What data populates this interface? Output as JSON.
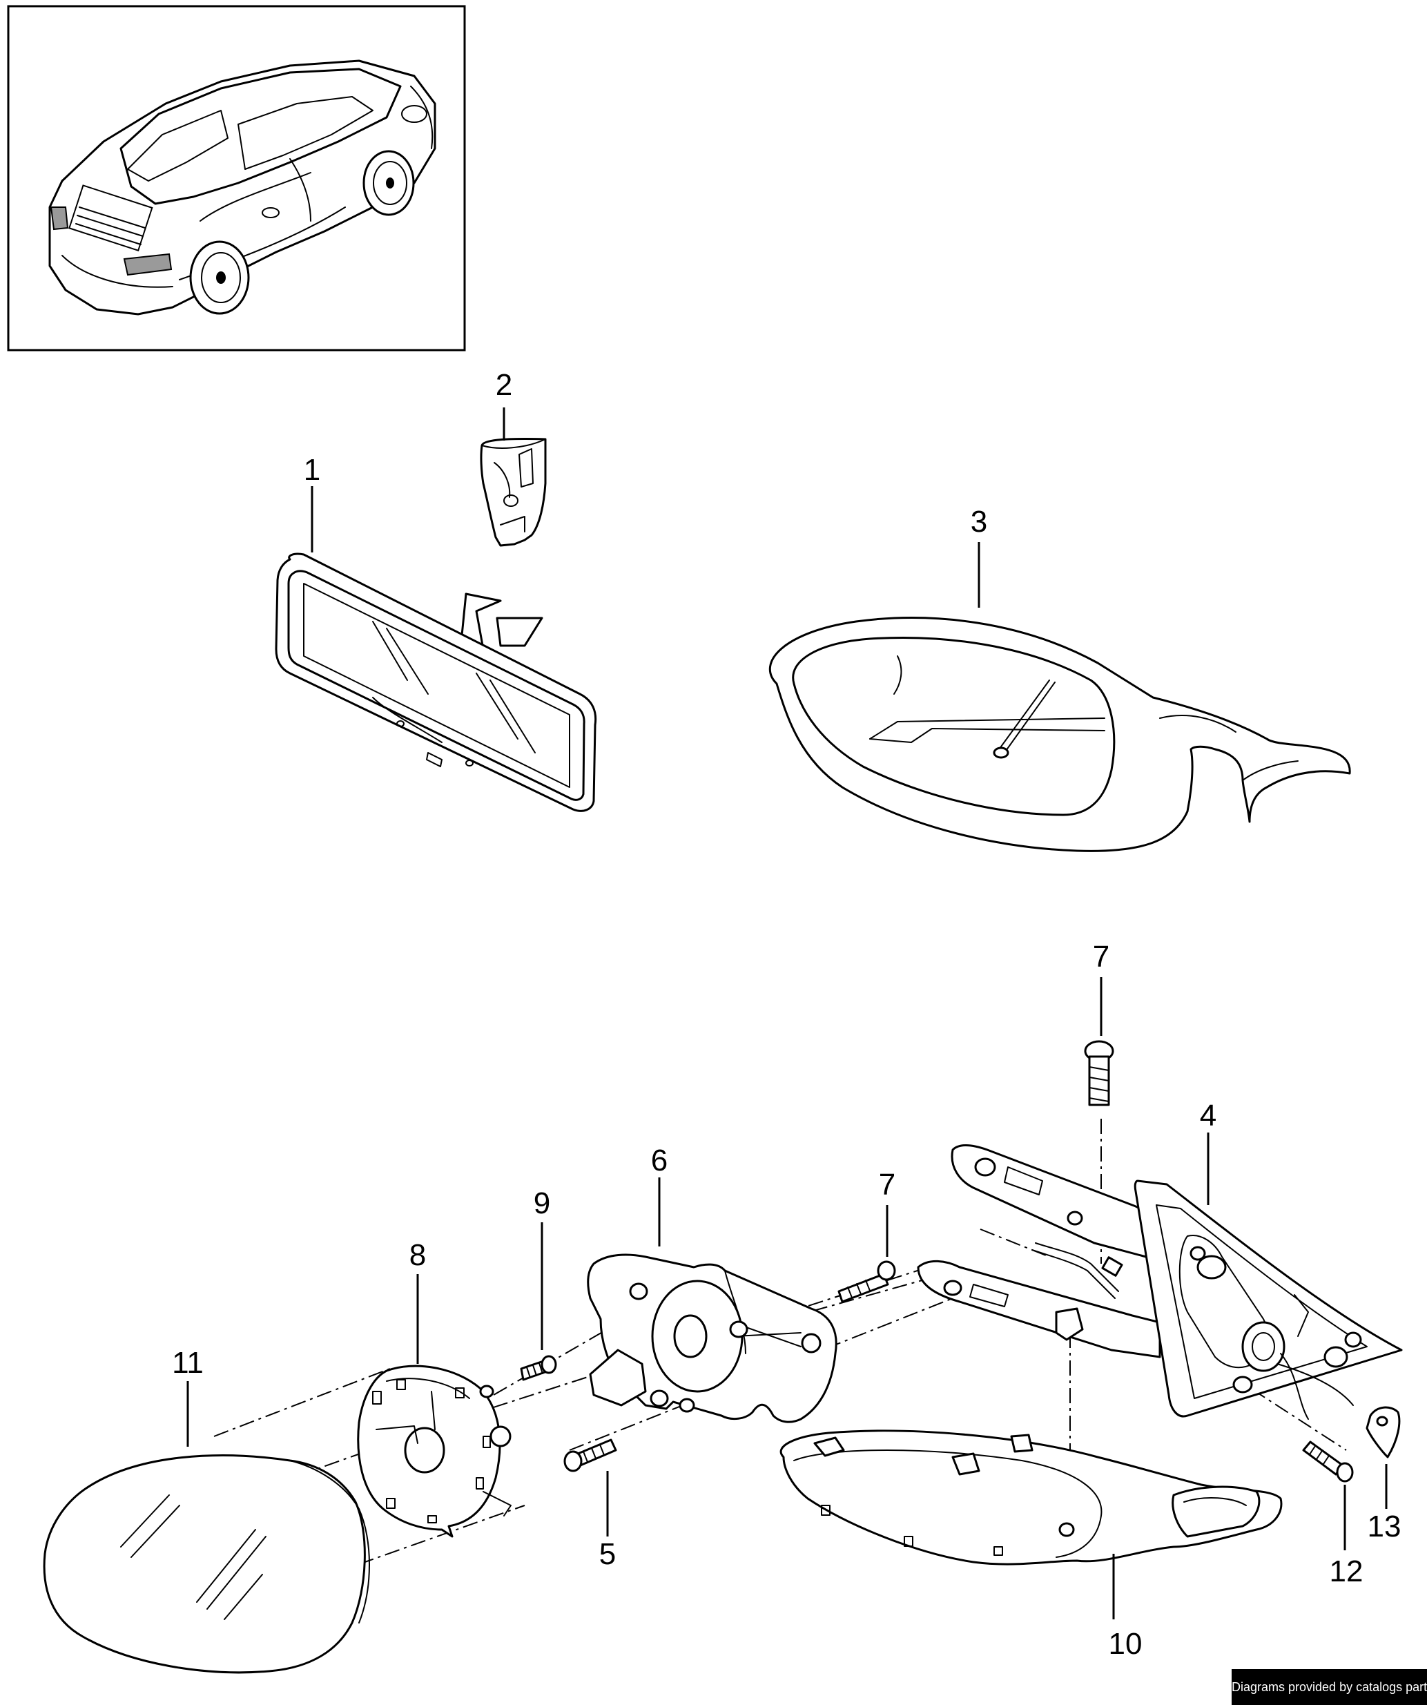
{
  "callouts": [
    {
      "id": "1",
      "label": "1"
    },
    {
      "id": "2",
      "label": "2"
    },
    {
      "id": "3",
      "label": "3"
    },
    {
      "id": "4",
      "label": "4"
    },
    {
      "id": "5",
      "label": "5"
    },
    {
      "id": "6",
      "label": "6"
    },
    {
      "id": "7a",
      "label": "7"
    },
    {
      "id": "7b",
      "label": "7"
    },
    {
      "id": "8",
      "label": "8"
    },
    {
      "id": "9",
      "label": "9"
    },
    {
      "id": "10",
      "label": "10"
    },
    {
      "id": "11",
      "label": "11"
    },
    {
      "id": "12",
      "label": "12"
    },
    {
      "id": "13",
      "label": "13"
    }
  ],
  "credit": "Diagrams provided by catalogs parts"
}
